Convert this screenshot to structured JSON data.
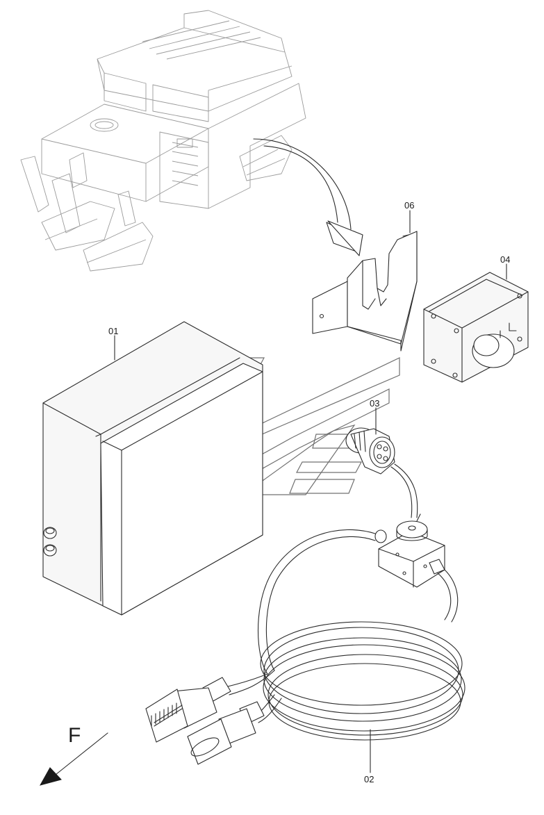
{
  "callouts": {
    "c01": "01",
    "c02": "02",
    "c03": "03",
    "c04": "04",
    "c06": "06"
  },
  "direction_label": "F"
}
